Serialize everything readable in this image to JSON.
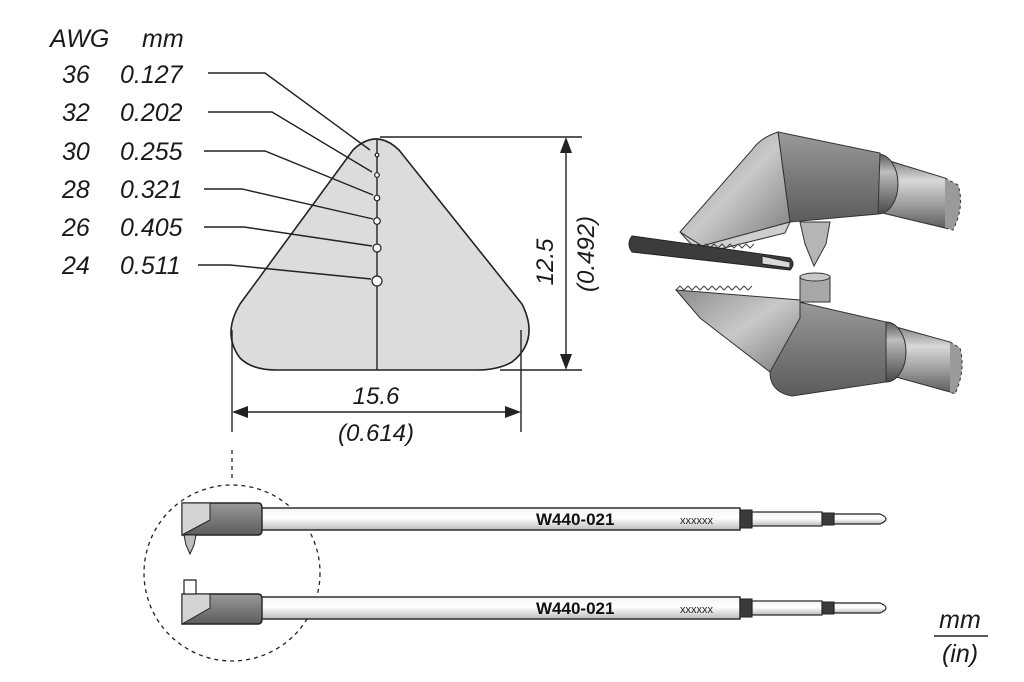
{
  "wire_table": {
    "header_awg": "AWG",
    "header_mm": "mm",
    "rows": [
      {
        "awg": "36",
        "mm": "0.127"
      },
      {
        "awg": "32",
        "mm": "0.202"
      },
      {
        "awg": "30",
        "mm": "0.255"
      },
      {
        "awg": "28",
        "mm": "0.321"
      },
      {
        "awg": "26",
        "mm": "0.405"
      },
      {
        "awg": "24",
        "mm": "0.511"
      }
    ]
  },
  "dimensions": {
    "width_mm": "15.6",
    "width_in": "(0.614)",
    "height_mm": "12.5",
    "height_in": "(0.492)"
  },
  "cartridges": {
    "top_code": "W440-021",
    "top_serial": "xxxxxx",
    "bottom_code": "W440-021",
    "bottom_serial": "xxxxxx"
  },
  "units": {
    "numerator": "mm",
    "denominator": "(in)"
  },
  "colors": {
    "blade_face": "#dcdcdc",
    "metal_dark": "#6f6f6f",
    "metal_mid": "#a9a9a9",
    "ink": "#222222"
  }
}
